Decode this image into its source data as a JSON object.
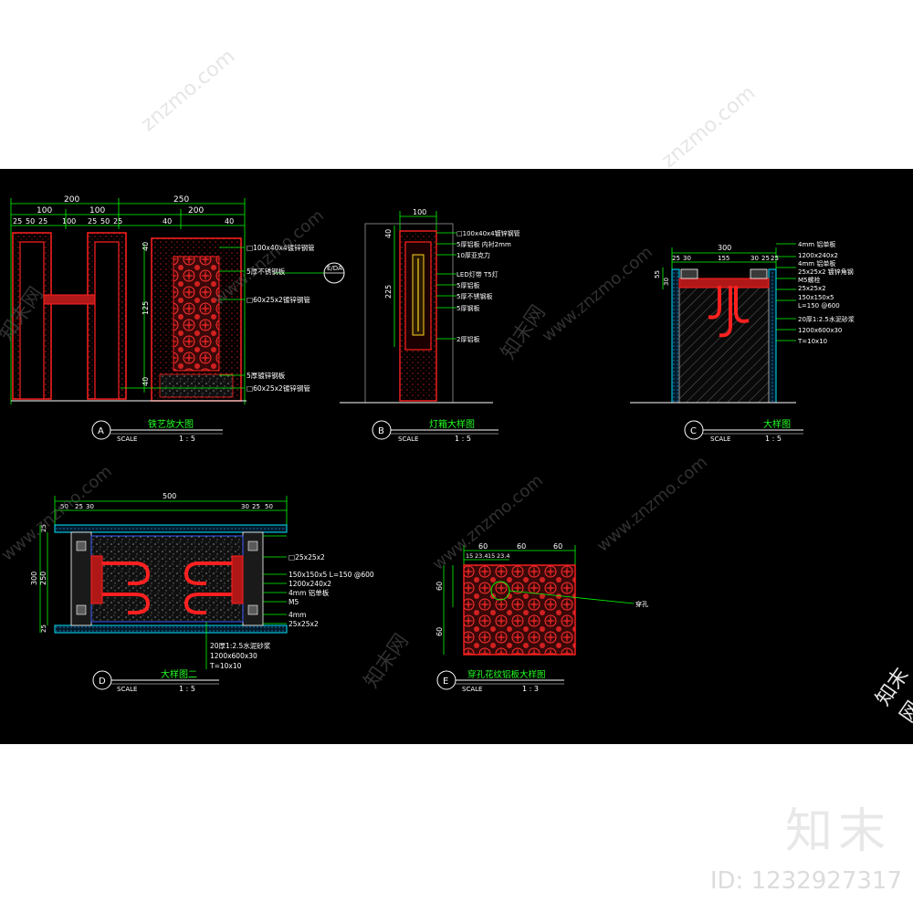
{
  "colors": {
    "background": "#000000",
    "frame_red": "#ff2020",
    "fill_red": "#b01818",
    "dim_green": "#00ff00",
    "leader_green": "#00ff00",
    "white": "#ffffff",
    "blue": "#3a5cff",
    "yellow": "#ffd21f",
    "cyan": "#00e5ff",
    "gray": "#7a7a7a",
    "title_green": "#22ff22"
  },
  "watermark": {
    "site": "www.znzmo.com",
    "short": "znzmo.com",
    "cn": "知末网",
    "brand": "知末",
    "id_label": "ID: 1232927317"
  },
  "drawings": {
    "a": {
      "letter": "A",
      "title": "铁艺放大图",
      "scale_label": "SCALE",
      "scale": "1 : 5",
      "dims_top": [
        "200",
        "250"
      ],
      "dims_mid": [
        "100",
        "100",
        "200"
      ],
      "dims_low": [
        "25",
        "50",
        "25",
        "100",
        "25",
        "50",
        "25",
        "40",
        "40"
      ],
      "dims_side": [
        "40",
        "125",
        "40"
      ],
      "notes": [
        "□100x40x4镀锌钢管",
        "5厚不锈钢板",
        "□60x25x2镀锌钢管",
        "5厚镀锌钢板",
        "□60x25x2镀锌钢管"
      ],
      "callout": "E/DA"
    },
    "b": {
      "letter": "B",
      "title": "灯箱大样图",
      "scale_label": "SCALE",
      "scale": "1 : 5",
      "dims_top": [
        "100"
      ],
      "dims_side": [
        "40",
        "225"
      ],
      "notes": [
        "□100x40x4镀锌钢管",
        "5厚铝板 内衬2mm",
        "10厚亚克力",
        "LED灯带 T5灯",
        "5厚铝板",
        "5厚不锈钢板",
        "5厚钢板",
        "2厚铝板"
      ]
    },
    "c": {
      "letter": "C",
      "title": "大样图",
      "scale_label": "SCALE",
      "scale": "1 : 5",
      "dims_top": [
        "300"
      ],
      "dims_mid": [
        "25",
        "30",
        "155",
        "30",
        "25",
        "25"
      ],
      "dims_side": [
        "55",
        "30"
      ],
      "notes": [
        "4mm 铝单板",
        "1200x240x2",
        "4mm 铝单板",
        "25x25x2 镀锌角钢",
        "M5螺栓",
        "25x25x2",
        "150x150x5",
        "L=150 @600",
        "20厚1:2.5水泥砂浆",
        "1200x600x30",
        "T=10x10"
      ]
    },
    "d": {
      "letter": "D",
      "title": "大样图二",
      "scale_label": "SCALE",
      "scale": "1 : 5",
      "dims_top": [
        "500"
      ],
      "dims_mid": [
        "50",
        "25",
        "30",
        "30",
        "25",
        "50"
      ],
      "dims_side": [
        "300",
        "250",
        "25",
        "25"
      ],
      "notes": [
        "□25x25x2",
        "150x150x5 L=150 @600",
        "1200x240x2",
        "4mm 铝单板",
        "M5",
        "4mm",
        "25x25x2",
        "20厚1:2.5水泥砂浆",
        "1200x600x30",
        "T=10x10"
      ]
    },
    "e": {
      "letter": "E",
      "title": "穿孔花纹铝板大样图",
      "scale_label": "SCALE",
      "scale": "1 : 3",
      "dims_top": [
        "60",
        "60",
        "60"
      ],
      "dims_mid": [
        "15",
        "23.4",
        "15",
        "23.4"
      ],
      "dims_side": [
        "60",
        "60"
      ],
      "notes": [
        "穿孔"
      ]
    }
  }
}
